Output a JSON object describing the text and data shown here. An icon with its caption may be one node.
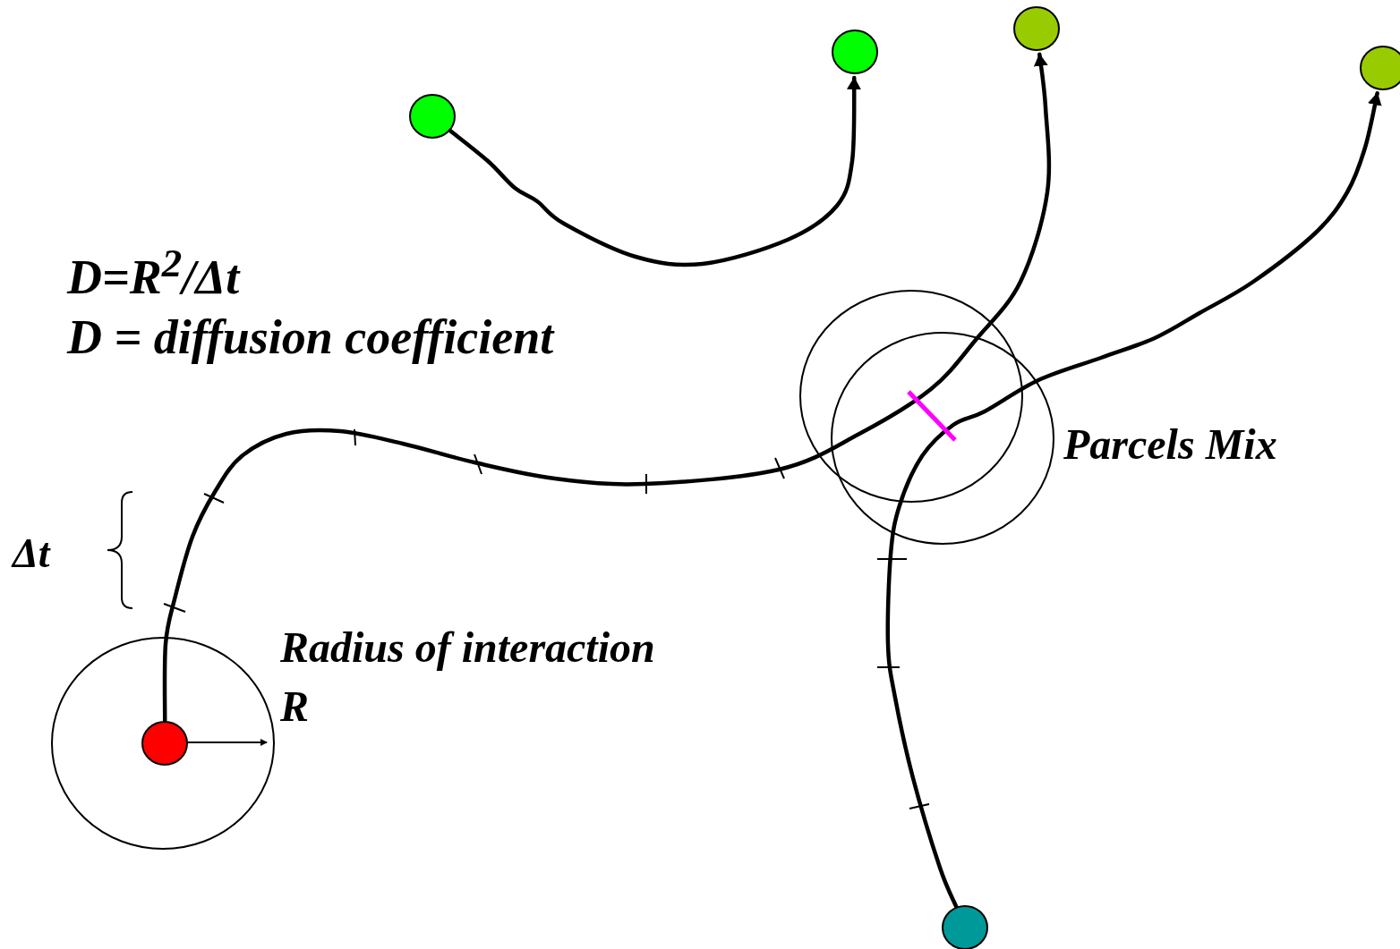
{
  "diagram": {
    "nodes": [
      {
        "text": [],
        "shape": "circle"
      },
      {
        "text": [],
        "shape": "circle"
      },
      {
        "text": [],
        "shape": "circle"
      },
      {
        "text": [],
        "shape": "circle"
      },
      {
        "text": [],
        "shape": "circle"
      },
      {
        "text": [],
        "shape": "circle"
      }
    ],
    "edges": [
      {
        "from": 3,
        "to": 1,
        "arrow": "to"
      },
      {
        "from": 4,
        "to": 0,
        "arrow": "to"
      },
      {
        "from": 5,
        "to": 2,
        "arrow": "to"
      }
    ],
    "labels": [
      "D=R$^{2}$/Δt",
      "D = diffusion coefficient",
      "Δt",
      "Radius of interaction",
      "R",
      "Parcels Mix"
    ]
  }
}
